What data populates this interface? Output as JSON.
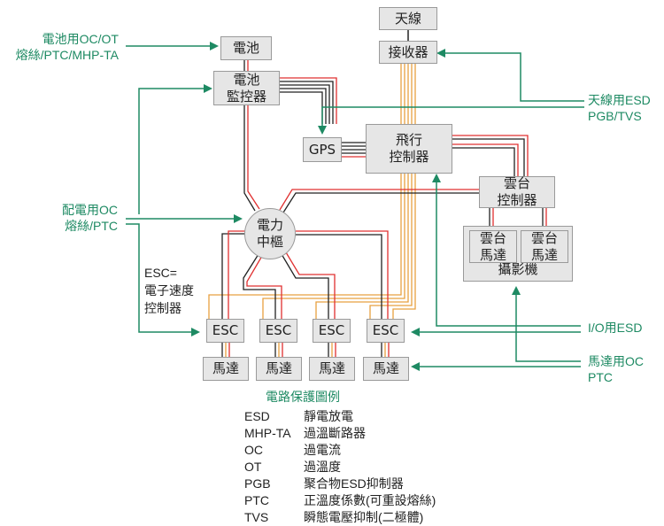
{
  "colors": {
    "protection": "#1e8a63",
    "power_wire": "#e03030",
    "ground_wire": "#222222",
    "signal_wire": "#e8a040",
    "box_fill": "#e6e6e6",
    "box_border": "#9a9a9a"
  },
  "nodes": {
    "antenna": {
      "label": [
        "天線"
      ]
    },
    "receiver": {
      "label": [
        "接收器"
      ]
    },
    "battery": {
      "label": [
        "電池"
      ]
    },
    "battery_monitor": {
      "label": [
        "電池",
        "監控器"
      ]
    },
    "gps": {
      "label": [
        "GPS"
      ]
    },
    "flight_controller": {
      "label": [
        "飛行",
        "控制器"
      ]
    },
    "gimbal_controller": {
      "label": [
        "雲台",
        "控制器"
      ]
    },
    "gimbal_motor_1": {
      "label": [
        "雲台",
        "馬達"
      ]
    },
    "gimbal_motor_2": {
      "label": [
        "雲台",
        "馬達"
      ]
    },
    "camera": {
      "label": "攝影機"
    },
    "power_hub": {
      "label": [
        "電力",
        "中樞"
      ]
    },
    "esc": [
      {
        "label": "ESC"
      },
      {
        "label": "ESC"
      },
      {
        "label": "ESC"
      },
      {
        "label": "ESC"
      }
    ],
    "motor": [
      {
        "label": "馬達"
      },
      {
        "label": "馬達"
      },
      {
        "label": "馬達"
      },
      {
        "label": "馬達"
      }
    ]
  },
  "protection_labels": {
    "battery": [
      "電池用OC/OT",
      "熔絲/PTC/MHP-TA"
    ],
    "distribution": [
      "配電用OC",
      "熔絲/PTC"
    ],
    "antenna": [
      "天線用ESD",
      "PGB/TVS"
    ],
    "io": [
      "I/O用ESD"
    ],
    "motor": [
      "馬達用OC",
      "PTC"
    ]
  },
  "esc_note": [
    "ESC=",
    "電子速度",
    "控制器"
  ],
  "legend": {
    "title": "電路保護圖例",
    "items": [
      {
        "abbr": "ESD",
        "desc": "靜電放電"
      },
      {
        "abbr": "MHP-TA",
        "desc": "過溫斷路器"
      },
      {
        "abbr": "OC",
        "desc": "過電流"
      },
      {
        "abbr": "OT",
        "desc": "過溫度"
      },
      {
        "abbr": "PGB",
        "desc": "聚合物ESD抑制器"
      },
      {
        "abbr": "PTC",
        "desc": "正溫度係數(可重設熔絲)"
      },
      {
        "abbr": "TVS",
        "desc": "瞬態電壓抑制(二極體)"
      }
    ]
  }
}
